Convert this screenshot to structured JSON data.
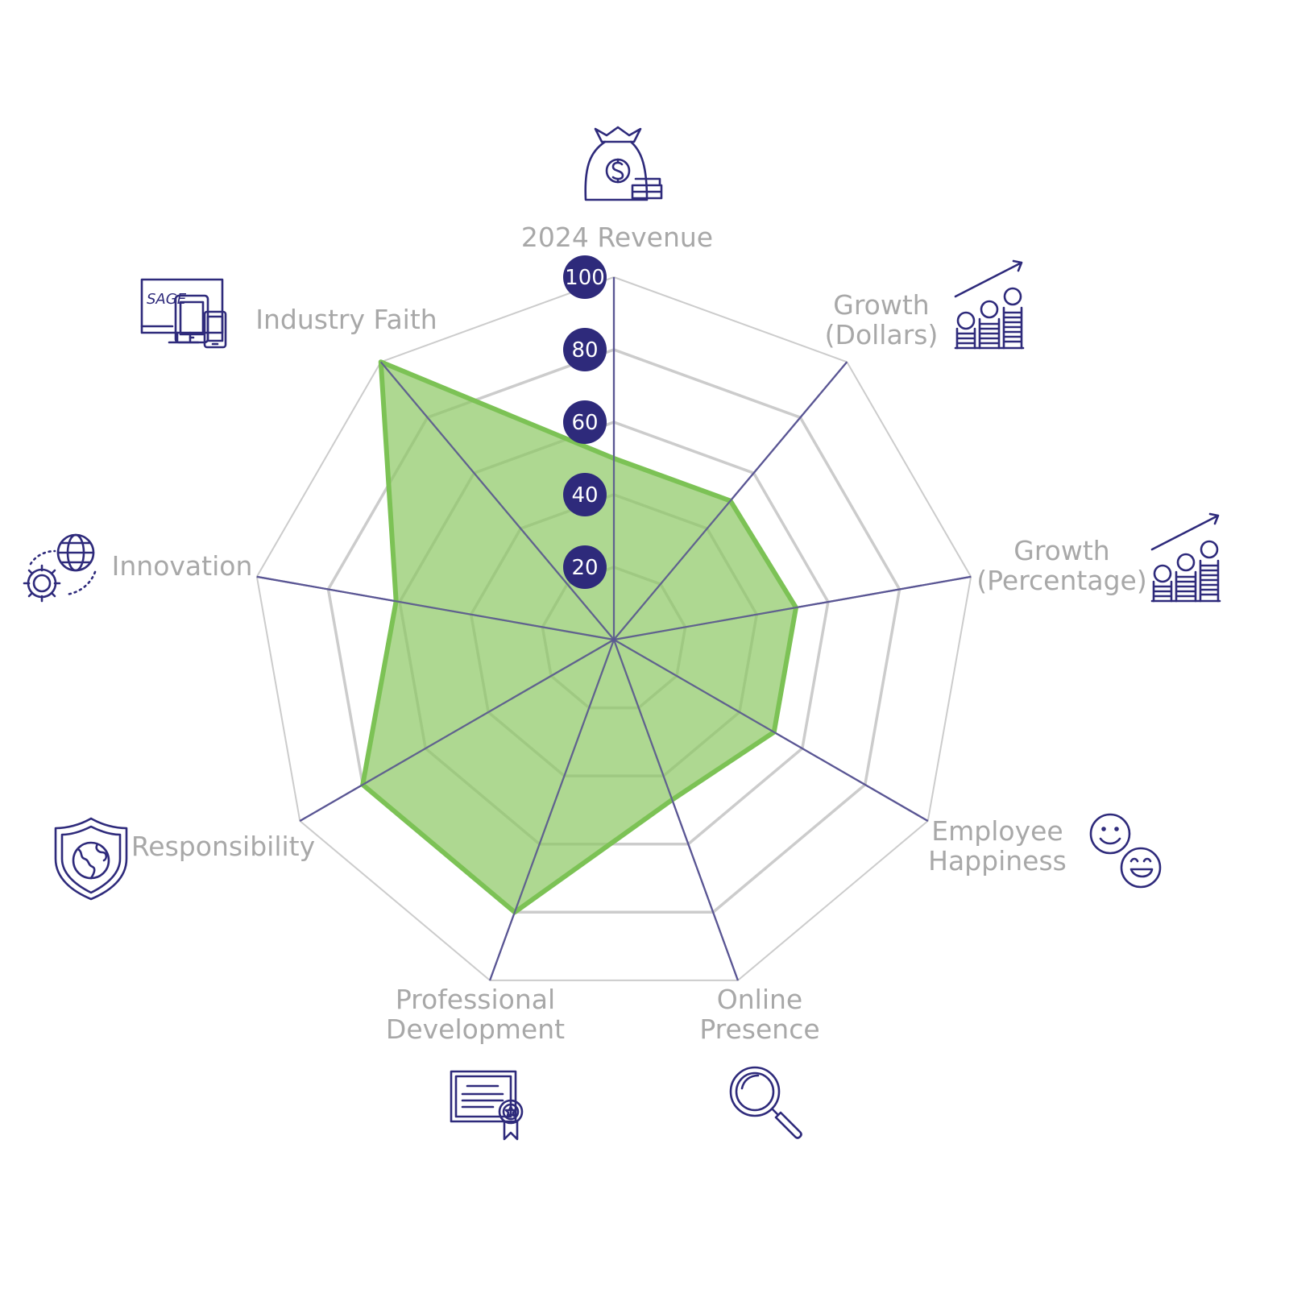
{
  "chart_data": {
    "type": "radar",
    "title": "",
    "axes": [
      {
        "label": [
          "2024 Revenue"
        ],
        "icon": "money-bag-icon",
        "value": 50
      },
      {
        "label": [
          "Growth",
          "(Dollars)"
        ],
        "icon": "growth-coins-icon",
        "value": 50
      },
      {
        "label": [
          "Growth",
          "(Percentage)"
        ],
        "icon": "growth-coins-icon",
        "value": 51
      },
      {
        "label": [
          "Employee",
          "Happiness"
        ],
        "icon": "smiley-faces-icon",
        "value": 51
      },
      {
        "label": [
          "Online",
          "Presence"
        ],
        "icon": "magnifier-icon",
        "value": 47
      },
      {
        "label": [
          "Professional",
          "Development"
        ],
        "icon": "certificate-icon",
        "value": 80
      },
      {
        "label": [
          "Responsibility"
        ],
        "icon": "globe-shield-icon",
        "value": 80
      },
      {
        "label": [
          "Innovation"
        ],
        "icon": "globe-gear-icon",
        "value": 61
      },
      {
        "label": [
          "Industry Faith"
        ],
        "icon": "sage-devices-icon",
        "value": 100
      }
    ],
    "ticks": [
      20,
      40,
      60,
      80,
      100
    ],
    "range": [
      0,
      100
    ],
    "grid": true
  },
  "icons": {
    "sage_logo_text": "SAGE"
  },
  "colors": {
    "fill": "#8cc862",
    "fill_opacity": 0.7,
    "stroke": "#7cc255",
    "axis": "#5a5694",
    "grid": "#cccccc",
    "tick_badge": "#2e2a7b",
    "label": "#a8a8a8",
    "icon": "#2e2a7b"
  }
}
